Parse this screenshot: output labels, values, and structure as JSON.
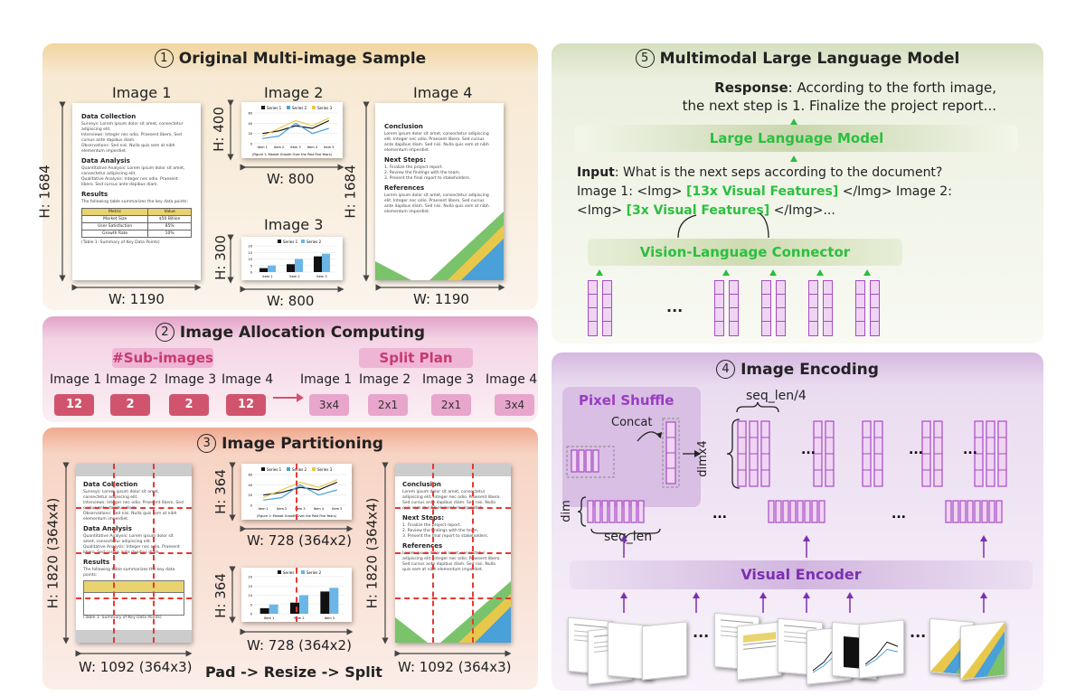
{
  "panel1": {
    "num": "1",
    "title": "Original Multi-image Sample",
    "img1": {
      "label": "Image 1",
      "h": "H: 1684",
      "w": "W: 1190"
    },
    "img2": {
      "label": "Image 2",
      "h": "H: 400",
      "w": "W: 800"
    },
    "img3": {
      "label": "Image 3",
      "h": "H: 300",
      "w": "W: 800"
    },
    "img4": {
      "label": "Image 4",
      "h": "H: 1684",
      "w": "W: 1190"
    }
  },
  "doc": {
    "h1": "Data Collection",
    "b1": "Surveys: Lorem ipsum dolor sit amet, consectetur adipiscing elit.",
    "b2": "Interviews: Integer nec odio. Praesent libero. Sed cursus ante dapibus diam.",
    "b3": "Observations: Sed nisi. Nulla quis sem at nibh elementum imperdiet.",
    "h2": "Data Analysis",
    "b4": "Quantitative Analysis: Lorem ipsum dolor sit amet, consectetur adipiscing elit.",
    "b5": "Qualitative Analysis: Integer nec odio. Praesent libero. Sed cursus ante dapibus diam.",
    "h3": "Results",
    "r1": "The following table summarizes the key data points:",
    "th1": "Metric",
    "th2": "Value",
    "c11": "Market Size",
    "c12": "$50 Billion",
    "c21": "User Satisfaction",
    "c22": "85%",
    "c31": "Growth Rate",
    "c32": "10%",
    "cap": "(Table 1: Summary of Key Data Points)"
  },
  "doc4": {
    "h1": "Conclusion",
    "p1": "Lorem ipsum dolor sit amet, consectetur adipiscing elit. Integer nec odio. Praesent libero. Sed cursus ante dapibus diam. Sed nisi. Nulla quis sem at nibh elementum imperdiet.",
    "h2": "Next Steps:",
    "s1": "1. Finalize the project report.",
    "s2": "2. Review the findings with the team.",
    "s3": "3. Present the final report to stakeholders.",
    "h3": "References",
    "p2": "Lorem ipsum dolor sit amet, consectetur adipiscing elit. Integer nec odio. Praesent libero. Sed cursus ante dapibus diam. Sed nisi. Nulla quis sem at nibh elementum imperdiet."
  },
  "chart2": {
    "legend": [
      "Series 1",
      "Series 2",
      "Series 3"
    ],
    "xticks": [
      "Item 1",
      "Item 2",
      "Item 3",
      "Item 4",
      "Item 5"
    ],
    "yticks": [
      "60",
      "40",
      "20",
      "0"
    ],
    "caption": "(Figure 1: Market Growth Over the Past Five Years)",
    "series": [
      {
        "color": "#111111",
        "values": [
          20,
          25,
          35,
          30,
          45
        ]
      },
      {
        "color": "#4a9fdc",
        "values": [
          10,
          15,
          40,
          20,
          30
        ]
      },
      {
        "color": "#e8c84a",
        "values": [
          15,
          30,
          45,
          35,
          50
        ]
      }
    ]
  },
  "chart3": {
    "legend": [
      "Series 1",
      "Series 2"
    ],
    "xticks": [
      "Item 1",
      "Item 2",
      "Item 3"
    ],
    "yticks": [
      "20",
      "15",
      "10",
      "5",
      "0"
    ],
    "series": [
      {
        "color": "#111111",
        "values": [
          3,
          6,
          12
        ]
      },
      {
        "color": "#6bb6e6",
        "values": [
          5,
          10,
          14
        ]
      }
    ]
  },
  "panel2": {
    "num": "2",
    "title": "Image Allocation Computing",
    "tag1": "#Sub-images",
    "tag2": "Split Plan",
    "imgs": [
      "Image 1",
      "Image 2",
      "Image 3",
      "Image 4"
    ],
    "subs": [
      "12",
      "2",
      "2",
      "12"
    ],
    "plans": [
      "3x4",
      "2x1",
      "2x1",
      "3x4"
    ]
  },
  "panel3": {
    "num": "3",
    "title": "Image Partitioning",
    "h1": "H: 1820 (364x4)",
    "w1": "W: 1092 (364x3)",
    "h2": "H: 364",
    "w2": "W: 728 (364x2)",
    "h3": "H: 364",
    "w3": "W: 728 (364x2)",
    "h4": "H: 1820 (364x4)",
    "w4": "W: 1092 (364x3)",
    "footer": "Pad -> Resize -> Split"
  },
  "panel5": {
    "num": "5",
    "title": "Multimodal Large Language Model",
    "resp_key": "Response",
    "resp1": ": According to the forth image,",
    "resp2": "the next step is 1. Finalize the project report...",
    "llm": "Large Language Model",
    "input_key": "Input",
    "input1": ": What is the next seps according to the document?",
    "input2a": "Image 1: <Img> ",
    "feat13": "[13x Visual Features]",
    "input2b": " </Img> Image 2:",
    "input3a": "<Img> ",
    "feat3": "[3x Visual Features]",
    "input3b": " </Img>...",
    "vlc": "Vision-Language Connector",
    "dots": "..."
  },
  "panel4": {
    "num": "4",
    "title": "Image Encoding",
    "pixel_shuffle": "Pixel Shuffle",
    "concat": "Concat",
    "seqlen4": "seq_len/4",
    "dimx4": "dimx4",
    "dim": "dim",
    "seqlen": "seq_len",
    "encoder": "Visual Encoder",
    "dots": "..."
  },
  "colors": {
    "p1": "#f0d6a6",
    "p2": "#e2a2c7",
    "p3": "#f2b097",
    "p4": "#dbc1e3",
    "p5": "#d9e2c4",
    "box_dark": "#d1546e",
    "green": "#2bbf3f",
    "purple": "#7c2fb0"
  }
}
